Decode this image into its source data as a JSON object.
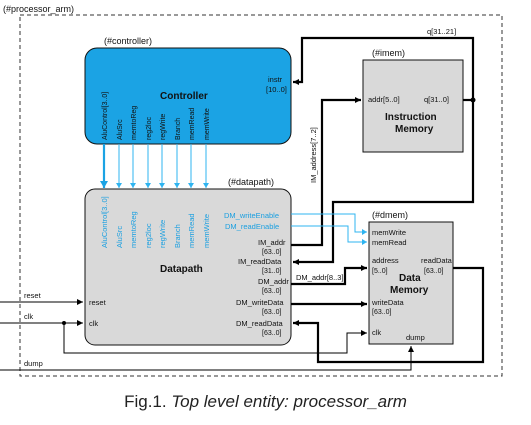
{
  "top_entity": "(#processor_arm)",
  "bus_q_top": "q[31..21]",
  "controller": {
    "instance": "(#controller)",
    "title": "Controller",
    "port_instr_1": "instr",
    "port_instr_2": "[10..0]",
    "signals": [
      "AluControl[3..0]",
      "AluSrc",
      "memtoReg",
      "reg2loc",
      "regWrite",
      "Branch",
      "memRead",
      "memWrite"
    ]
  },
  "imem": {
    "instance": "(#imem)",
    "title_1": "Instruction",
    "title_2": "Memory",
    "port_addr": "addr[5..0]",
    "port_q": "q[31..0]"
  },
  "datapath": {
    "instance": "(#datapath)",
    "title": "Datapath",
    "signals": [
      "AluControl[3..0]",
      "AluSrc",
      "memtoReg",
      "reg2loc",
      "regWrite",
      "Branch",
      "memRead",
      "memWrite"
    ],
    "port_dm_we": "DM_writeEnable",
    "port_dm_re": "DM_readEnable",
    "port_im_addr_1": "IM_addr",
    "port_im_addr_2": "[63..0]",
    "port_im_rd_1": "IM_readData",
    "port_im_rd_2": "[31..0]",
    "port_dm_addr_1": "DM_addr",
    "port_dm_addr_2": "[63..0]",
    "port_dm_wd_1": "DM_writeData",
    "port_dm_wd_2": "[63..0]",
    "port_dm_rd_1": "DM_readData",
    "port_dm_rd_2": "[63..0]",
    "port_reset": "reset",
    "port_clk": "clk"
  },
  "dmem": {
    "instance": "(#dmem)",
    "title_1": "Data",
    "title_2": "Memory",
    "port_memwrite": "memWrite",
    "port_memread": "memRead",
    "port_address_1": "address",
    "port_address_2": "[5..0]",
    "port_readdata_1": "readData",
    "port_readdata_2": "[63..0]",
    "port_writedata_1": "writeData",
    "port_writedata_2": "[63..0]",
    "port_clk": "clk",
    "port_dump": "dump"
  },
  "wires": {
    "im_address": "IM_address[7..2]",
    "dm_addr": "DM_addr[8..3]"
  },
  "inputs": {
    "reset": "reset",
    "clk": "clk",
    "dump": "dump"
  },
  "caption": {
    "prefix": "Fig.1. ",
    "title": "Top level entity: processor_arm"
  },
  "colors": {
    "controller_fill": "#1ba3e4",
    "signal_wire": "#2fb4f0",
    "block_fill": "#d9d9d9"
  }
}
